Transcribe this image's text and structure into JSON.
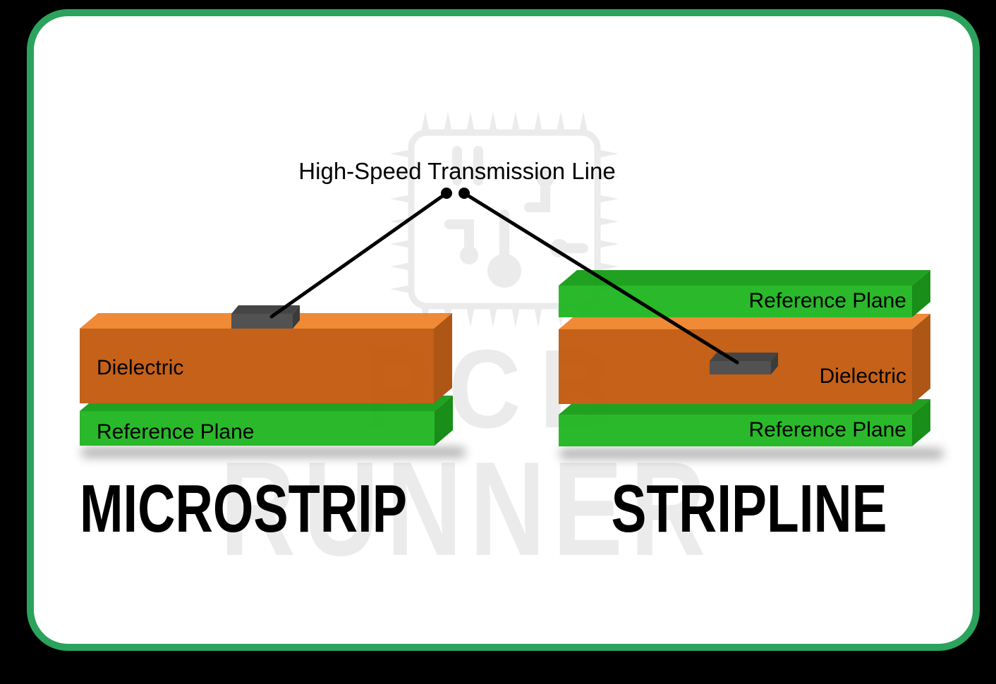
{
  "header": {
    "title": "High-Speed Transmission Line"
  },
  "microstrip": {
    "name": "MICROSTRIP",
    "dielectric_label": "Dielectric",
    "reference_label": "Reference Plane"
  },
  "stripline": {
    "name": "STRIPLINE",
    "top_reference_label": "Reference Plane",
    "dielectric_label": "Dielectric",
    "bottom_reference_label": "Reference Plane"
  },
  "watermark": {
    "line1": "PCB",
    "line2": "RUNNER",
    "icon": "pcb-chip-icon"
  },
  "colors": {
    "frame_black": "#000000",
    "card_bg": "#ffffff",
    "card_border_green": "#2ba35d",
    "copper_green_front": "#1db51d",
    "copper_green_top": "#149c14",
    "copper_green_side": "#0b870b",
    "dielectric_orange_front": "#c2580b",
    "dielectric_orange_top": "#f0832b",
    "dielectric_orange_side": "#a84c08",
    "trace_gray_front": "#484848",
    "trace_gray_top": "#3a3a3a",
    "trace_gray_side": "#2f2f2f",
    "watermark_gray": "#ebebeb",
    "annotation_black": "#000000"
  }
}
